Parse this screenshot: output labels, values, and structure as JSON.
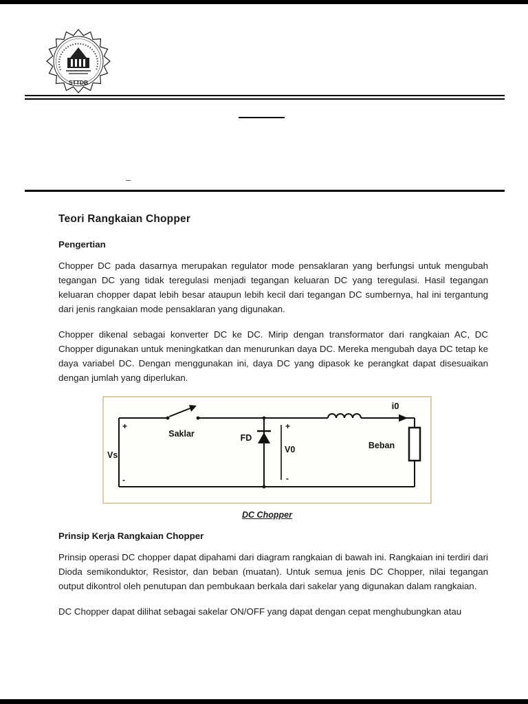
{
  "header": {
    "logo_acronym": "STTDB",
    "dash": "–"
  },
  "content": {
    "title": "Teori Rangkaian Chopper",
    "section1_heading": "Pengertian",
    "para1": "Chopper DC pada dasarnya merupakan regulator mode pensaklaran yang berfungsi untuk mengubah tegangan DC yang tidak teregulasi menjadi tegangan keluaran DC yang teregulasi. Hasil tegangan keluaran chopper dapat lebih besar ataupun lebih kecil dari tegangan DC sumbernya, hal ini tergantung dari jenis rangkaian mode pensaklaran yang digunakan.",
    "para2": "Chopper dikenal sebagai konverter DC ke DC. Mirip dengan transformator dari rangkaian AC, DC Chopper digunakan untuk meningkatkan dan menurunkan daya DC. Mereka mengubah daya DC tetap ke daya variabel DC. Dengan menggunakan ini, daya DC yang dipasok ke perangkat dapat disesuaikan dengan jumlah yang diperlukan.",
    "figure_caption": "DC Chopper",
    "section2_heading": "Prinsip Kerja Rangkaian Chopper",
    "para3": "Prinsip operasi DC chopper dapat dipahami dari diagram rangkaian di bawah ini. Rangkaian ini terdiri dari Dioda semikonduktor, Resistor, dan beban (muatan). Untuk semua jenis DC Chopper, nilai tegangan output dikontrol oleh penutupan dan pembukaan berkala dari sakelar yang digunakan dalam rangkaian.",
    "para4": "DC Chopper dapat dilihat sebagai sakelar ON/OFF yang dapat dengan cepat menghubungkan atau"
  },
  "circuit": {
    "source_label": "Vs",
    "source_plus": "+",
    "source_minus": "-",
    "switch_label": "Saklar",
    "diode_label": "FD",
    "output_plus": "+",
    "output_label": "V0",
    "output_minus": "-",
    "current_label": "i0",
    "load_label": "Beban"
  }
}
